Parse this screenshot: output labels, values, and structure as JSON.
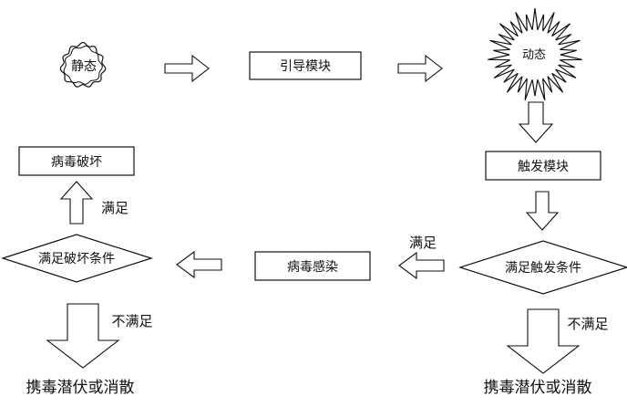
{
  "nodes": {
    "static_state": "静态",
    "dynamic_state": "动态",
    "guide_module": "引导模块",
    "trigger_module": "触发模块",
    "trigger_condition": "满足触发条件",
    "virus_infection": "病毒感染",
    "destroy_condition": "满足破坏条件",
    "virus_destroy": "病毒破坏",
    "latent_left": "携毒潜伏或消散",
    "latent_right": "携毒潜伏或消散"
  },
  "edges": {
    "satisfied_left": "满足",
    "satisfied_right": "满足",
    "not_satisfied_left": "不满足",
    "not_satisfied_right": "不满足"
  },
  "colors": {
    "stroke": "#111111",
    "fill": "#ffffff"
  }
}
